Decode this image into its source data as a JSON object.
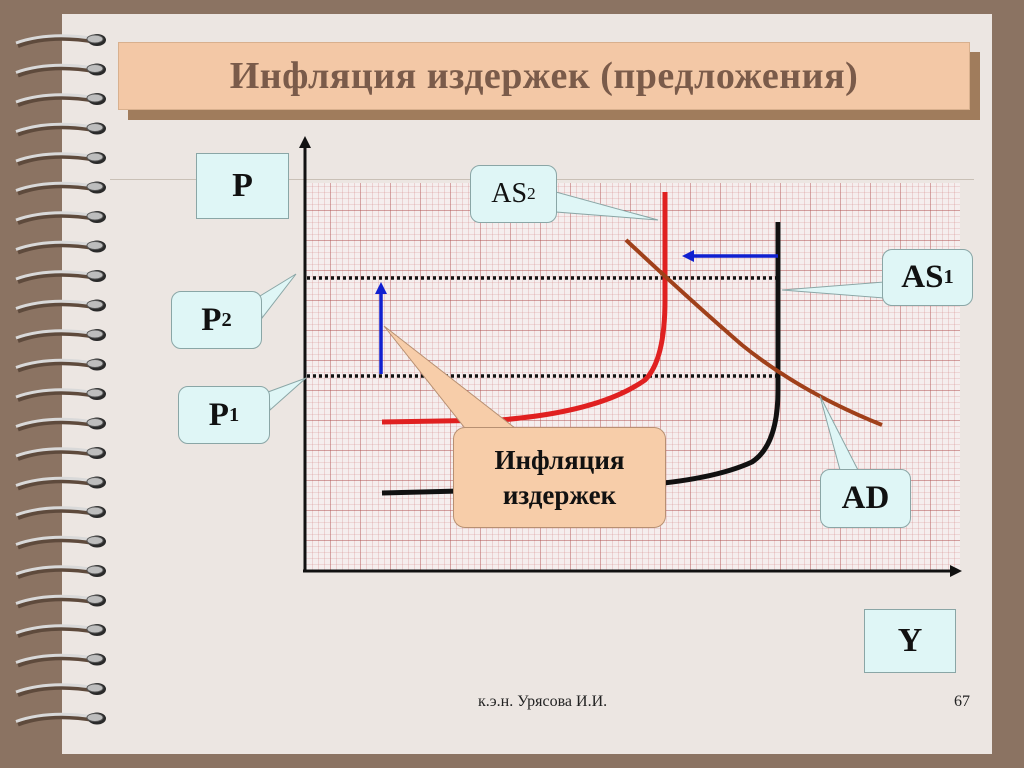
{
  "slide": {
    "title": "Инфляция издержек (предложения)",
    "footer_author": "к.э.н. Урясова И.И.",
    "page_number": "67"
  },
  "axes": {
    "y_label": "P",
    "x_label": "Y"
  },
  "price_levels": {
    "p1": {
      "main": "P",
      "sub": "1"
    },
    "p2": {
      "main": "P",
      "sub": "2"
    }
  },
  "curves": {
    "as1": {
      "main": "AS",
      "sub": "1",
      "color": "#111111"
    },
    "as2": {
      "main": "AS",
      "sub": "2",
      "color": "#e02020"
    },
    "ad": {
      "main": "AD",
      "sub": "",
      "color": "#a0401a"
    }
  },
  "callout": {
    "line1": "Инфляция",
    "line2": "издержек"
  },
  "colors": {
    "background": "#8b7362",
    "paper": "#ece6e2",
    "title_box": "#f3c8a6",
    "title_text": "#7a5b4a",
    "label_box": "#dff6f6",
    "grid": "#b84a4a",
    "shift_arrows": "#1020d0"
  }
}
